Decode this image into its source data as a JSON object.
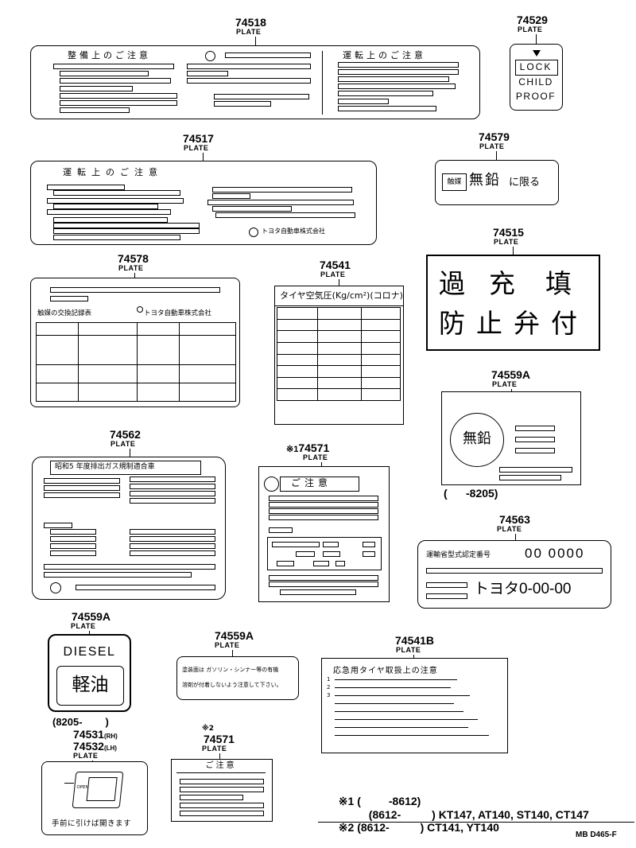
{
  "plates": {
    "p74518": {
      "number": "74518",
      "label": "PLATE",
      "heading_left": "整備上のご注意",
      "heading_right": "運転上のご注意"
    },
    "p74529": {
      "number": "74529",
      "label": "PLATE",
      "lines": [
        "LOCK",
        "CHILD",
        "PROOF"
      ]
    },
    "p74517": {
      "number": "74517",
      "label": "PLATE",
      "heading": "運転上のご注意",
      "maker": "トヨタ自動車株式会社"
    },
    "p74579": {
      "number": "74579",
      "label": "PLATE",
      "badge": "触媒",
      "text_large": "無鉛",
      "text_small": "に限る"
    },
    "p74515": {
      "number": "74515",
      "label": "PLATE",
      "row1": [
        "過",
        "充",
        "填"
      ],
      "row2": "防止弁付"
    },
    "p74578": {
      "number": "74578",
      "label": "PLATE",
      "left_text": "触媒の交換記録表",
      "right_text": "トヨタ自動車株式会社"
    },
    "p74541": {
      "number": "74541",
      "label": "PLATE",
      "header": "タイヤ空気圧(Kg/cm²)(コロナ)"
    },
    "p74559A_top": {
      "number": "74559A",
      "label": "PLATE",
      "circle_text": "無鉛",
      "range": "(      -8205)"
    },
    "p74562": {
      "number": "74562",
      "label": "PLATE",
      "header": "昭和5 年度排出ガス規制適合車"
    },
    "p74571_a": {
      "number": "74571",
      "label": "PLATE",
      "marker": "※1",
      "header": "ご注意"
    },
    "p74563": {
      "number": "74563",
      "label": "PLATE",
      "left_text": "運輸省型式認定番号",
      "code": "00 0000",
      "maker_code": "トヨタ0-00-00"
    },
    "p74559A_diesel": {
      "number": "74559A",
      "label": "PLATE",
      "text_en": "DIESEL",
      "text_jp": "軽油",
      "range": "(8205-        )"
    },
    "p74559A_mid": {
      "number": "74559A",
      "label": "PLATE",
      "line1": "塗装面は ガソリン・シンナー等の有機",
      "line2": "溶剤が付着しないよう注意して下さい。"
    },
    "p74541B": {
      "number": "74541B",
      "label": "PLATE",
      "header": "応急用タイヤ取扱上の注意",
      "nums": [
        "1",
        "2",
        "3"
      ]
    },
    "p74531": {
      "number": "74531",
      "suffix": "(RH)"
    },
    "p74532": {
      "number": "74532",
      "suffix": "(LH)",
      "label": "PLATE",
      "caption": "手前に引けば開きます",
      "icon_text": "OPEN"
    },
    "p74571_b": {
      "number": "74571",
      "label": "PLATE",
      "marker": "※2",
      "header": "ご注意"
    }
  },
  "notes": {
    "n1": {
      "marker": "※1",
      "range": "(         -8612)"
    },
    "n2": {
      "range": "(8612-          )",
      "models": "KT147, AT140, ST140, CT147"
    },
    "n3": {
      "marker": "※2",
      "range": "(8612-          )",
      "models": "CT141, YT140"
    }
  },
  "footer": {
    "code": "MB D465-F"
  }
}
